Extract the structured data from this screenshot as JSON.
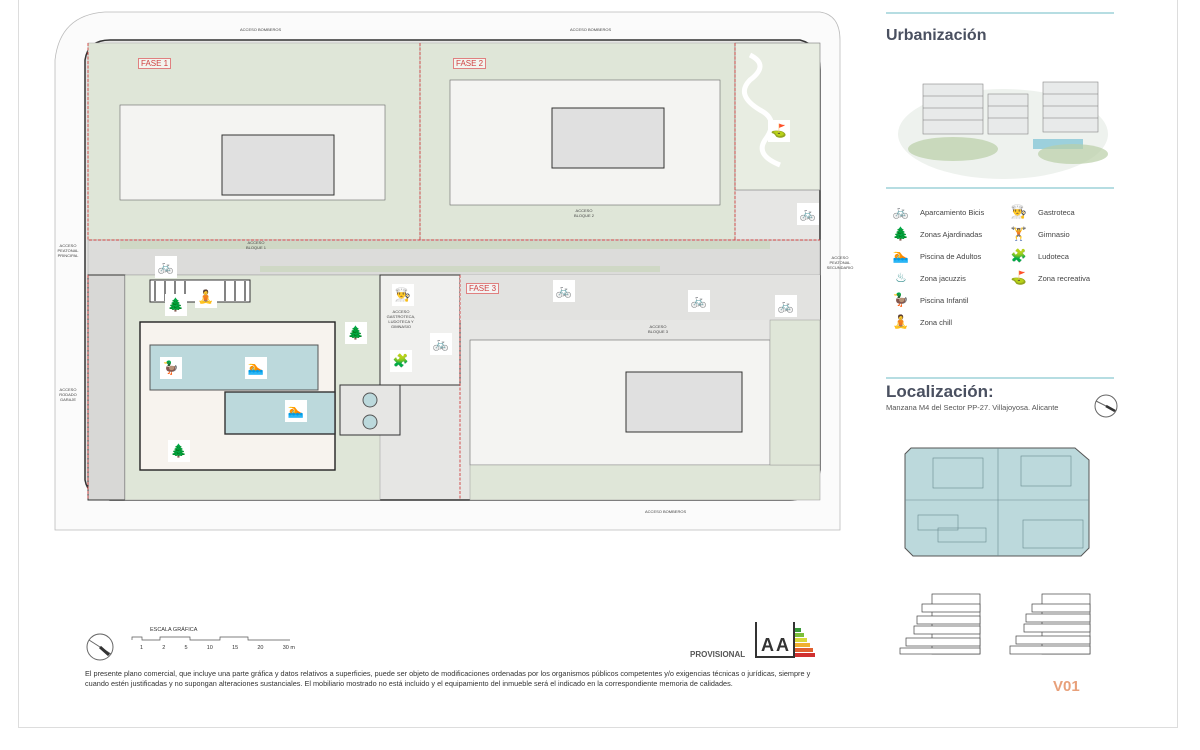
{
  "plan": {
    "phases": [
      "FASE 1",
      "FASE 2",
      "FASE 3"
    ],
    "access_labels": {
      "bomberos_1": "ACCESO BOMBEROS",
      "bomberos_2": "ACCESO BOMBEROS",
      "bomberos_3": "ACCESO BOMBEROS",
      "peatonal_principal": "ACCESO PEATONAL PRINCIPAL",
      "rodado_garaje": "ACCESO RODADO GARAJE",
      "peatonal_secundario": "ACCESO PEATONAL SECUNDARIO",
      "bloque_1": "ACCESO BLOQUE 1",
      "bloque_2": "ACCESO BLOQUE 2",
      "bloque_3": "ACCESO BLOQUE 3",
      "gastroteca": "ACCESO GASTROTECA, LUDOTECA Y GIMNASIO"
    },
    "colors": {
      "garden": "#dfe6d8",
      "paving": "#e6e6e4",
      "pool": "#bcd9dc",
      "phase_line": "#d04040",
      "icon": "#2d8a8a"
    }
  },
  "scale": {
    "title": "ESCALA GRÁFICA",
    "ticks": [
      "1",
      "2",
      "5",
      "10",
      "15",
      "20",
      "30 m"
    ]
  },
  "provisional_label": "PROVISIONAL",
  "energy_label": "A",
  "disclaimer": "El presente plano comercial, que incluye una parte gráfica y datos relativos a superficies, puede ser objeto de modificaciones ordenadas por los organismos públicos competentes y/o exigencias técnicas o jurídicas, siempre y cuando estén justificadas y no supongan alteraciones sustanciales. El mobiliario mostrado no está incluido y el equipamiento del inmueble será el indicado en la correspondiente memoria de calidades.",
  "sidebar": {
    "urbanizacion_title": "Urbanización",
    "legend": [
      {
        "icon": "bicycle-parking-icon",
        "glyph": "🚲",
        "label": "Aparcamiento Bicis"
      },
      {
        "icon": "trees-icon",
        "glyph": "🌲",
        "label": "Zonas Ajardinadas"
      },
      {
        "icon": "swimmer-icon",
        "glyph": "🏊",
        "label": "Piscina de Adultos"
      },
      {
        "icon": "jacuzzi-icon",
        "glyph": "♨",
        "label": "Zona jacuzzis"
      },
      {
        "icon": "duck-float-icon",
        "glyph": "🦆",
        "label": "Piscina Infantil"
      },
      {
        "icon": "meditation-icon",
        "glyph": "🧘",
        "label": "Zona chill"
      },
      {
        "icon": "chef-hat-icon",
        "glyph": "👨‍🍳",
        "label": "Gastroteca"
      },
      {
        "icon": "dumbbell-icon",
        "glyph": "🏋",
        "label": "Gimnasio"
      },
      {
        "icon": "puzzle-icon",
        "glyph": "🧩",
        "label": "Ludoteca"
      },
      {
        "icon": "golf-flag-icon",
        "glyph": "⛳",
        "label": "Zona recreativa"
      }
    ],
    "localizacion_title": "Localización:",
    "localizacion_text": "Manzana M4 del Sector PP-27. Villajoyosa. Alicante",
    "version": "V01",
    "version_color": "#e8a07a",
    "accent": "#b6dde2"
  }
}
